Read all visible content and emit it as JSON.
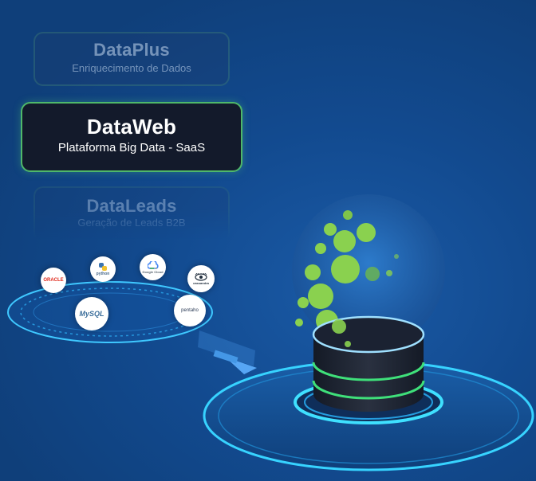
{
  "cards": {
    "dataplus": {
      "title": "DataPlus",
      "subtitle": "Enriquecimento de Dados"
    },
    "dataweb": {
      "title": "DataWeb",
      "subtitle": "Plataforma Big Data - SaaS"
    },
    "dataleads": {
      "title": "DataLeads",
      "subtitle": "Geração de Leads B2B"
    }
  },
  "logos": {
    "oracle": "ORACLE",
    "python": "python",
    "google_cloud": "Google Cloud",
    "cassandra": "cassandra",
    "mysql": "MySQL",
    "pentaho": "pentaho"
  },
  "colors": {
    "background": "#0f3f7a",
    "accent_green": "#8ad14f",
    "ring_cyan": "#37d3ff",
    "card_dark": "#131a2b"
  }
}
